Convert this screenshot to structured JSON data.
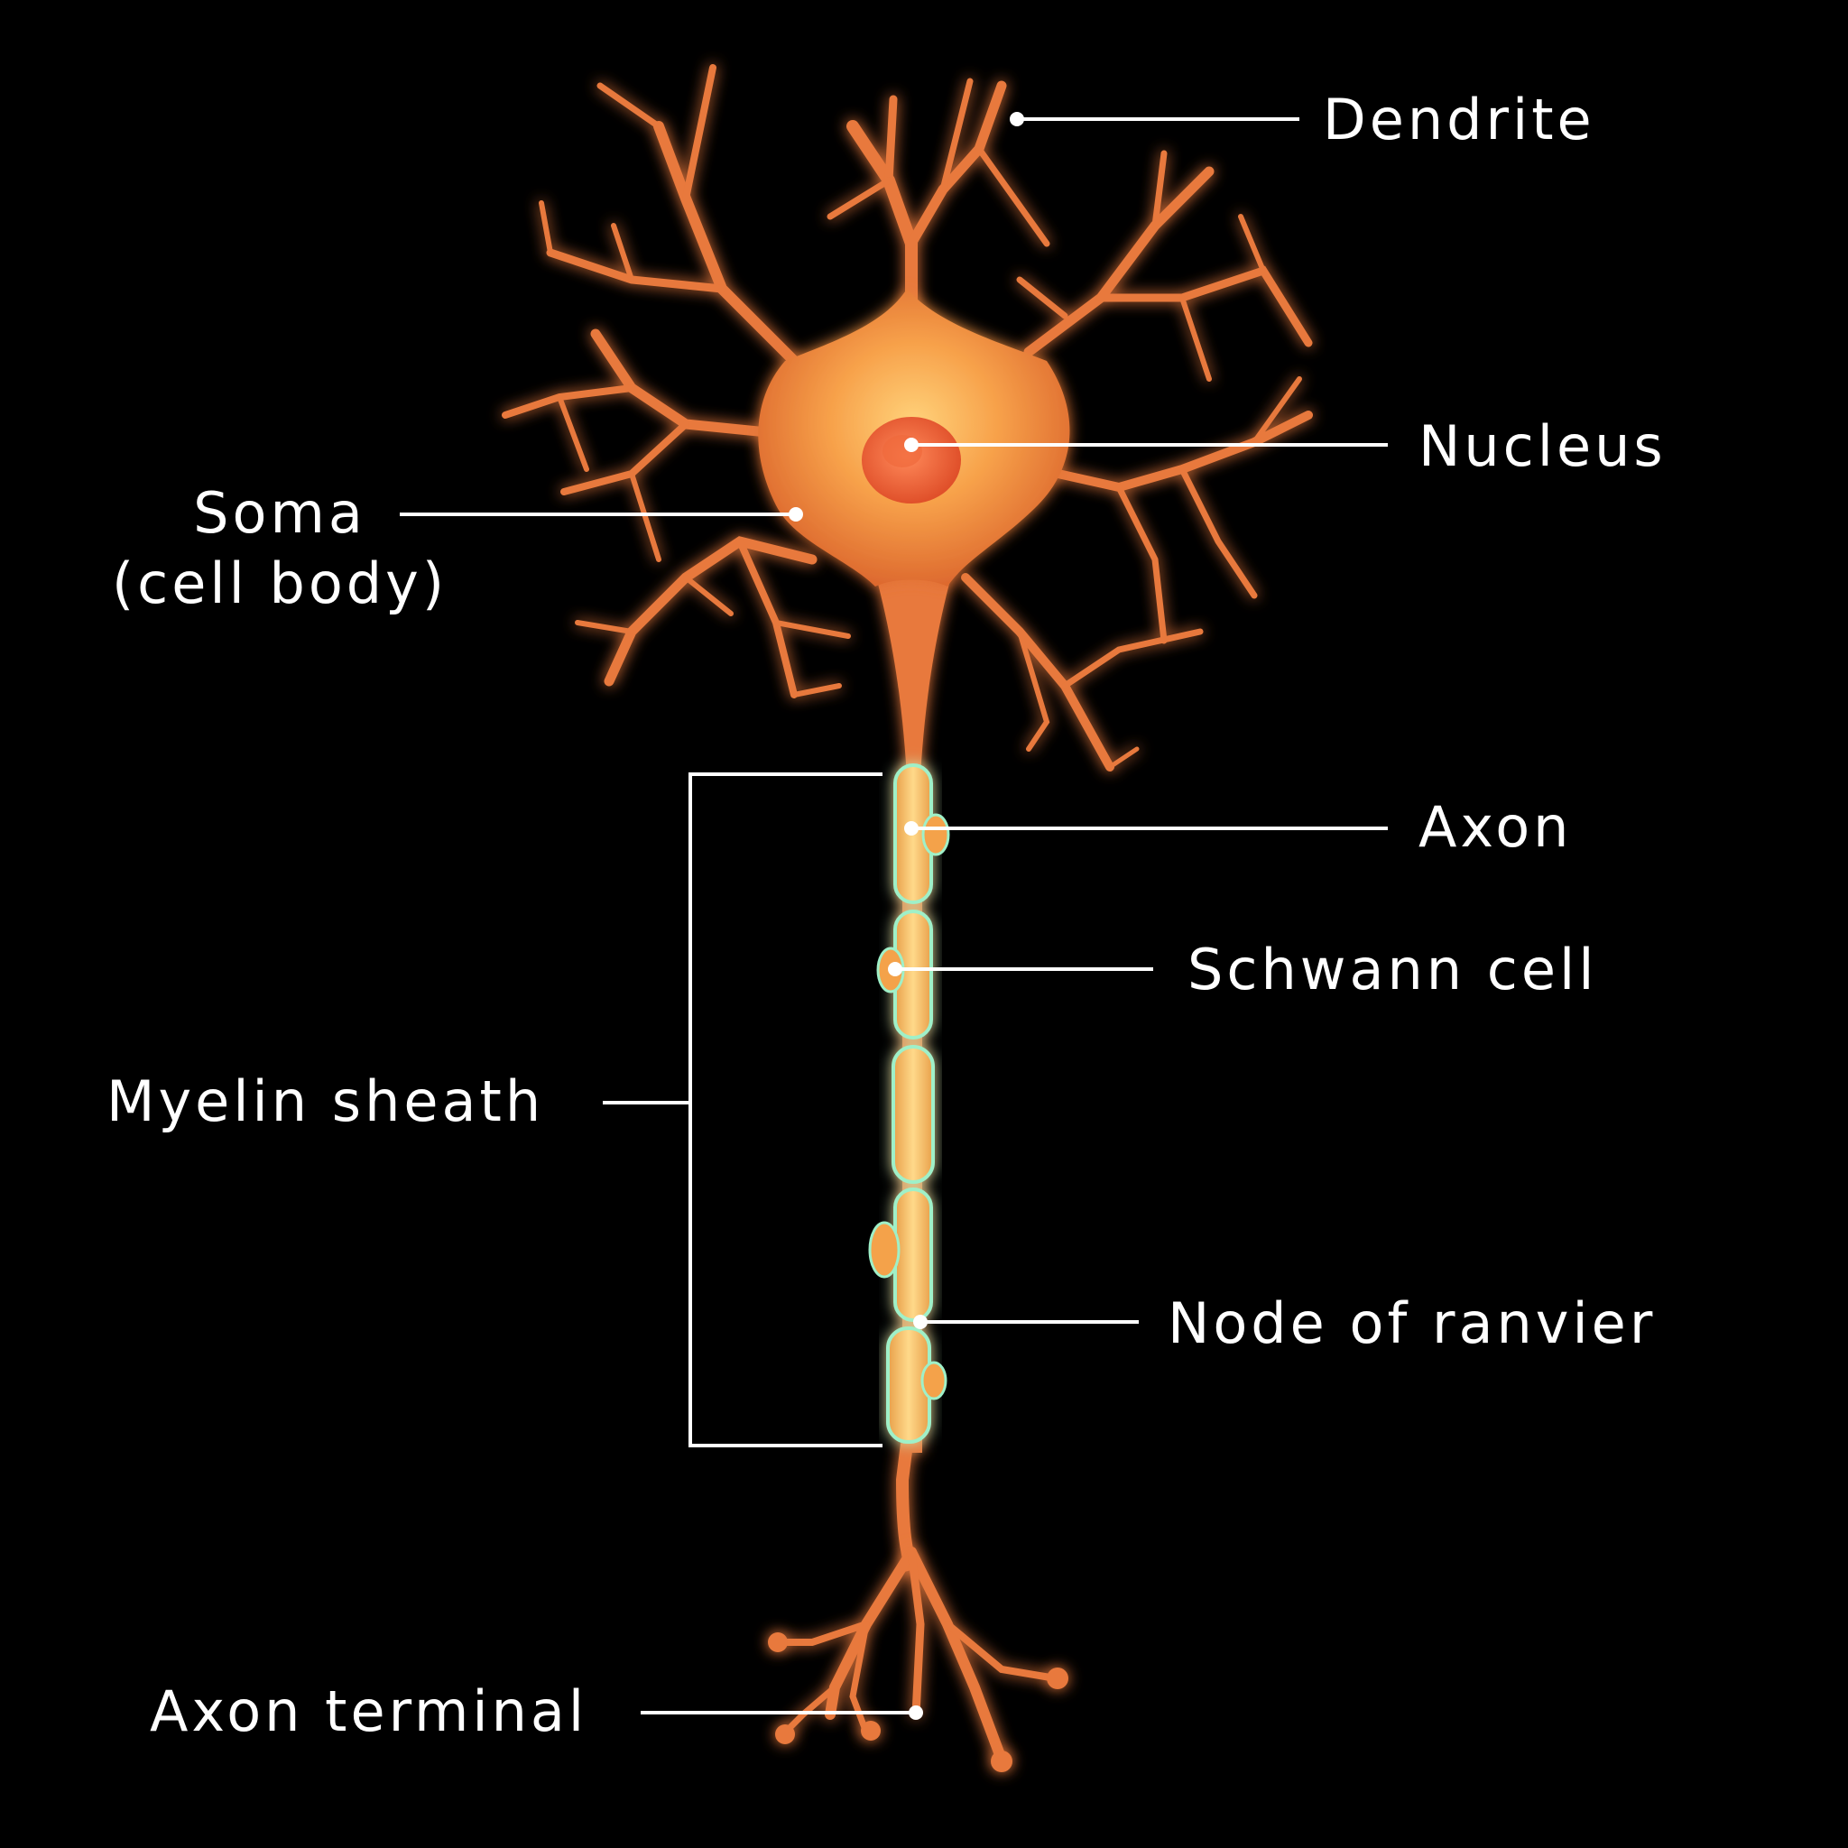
{
  "labels": {
    "dendrite": "Dendrite",
    "nucleus": "Nucleus",
    "soma_line1": "Soma",
    "soma_line2": "(cell body)",
    "axon": "Axon",
    "schwann_cell": "Schwann cell",
    "myelin_sheath": "Myelin sheath",
    "node_of_ranvier": "Node of ranvier",
    "axon_terminal": "Axon terminal"
  },
  "colors": {
    "background": "#000000",
    "neuron": "#e8793c",
    "soma_glow": "#ffb347",
    "myelin": "#ffc46b",
    "myelin_edge": "#9ff0c8",
    "label_text": "#ffffff"
  }
}
